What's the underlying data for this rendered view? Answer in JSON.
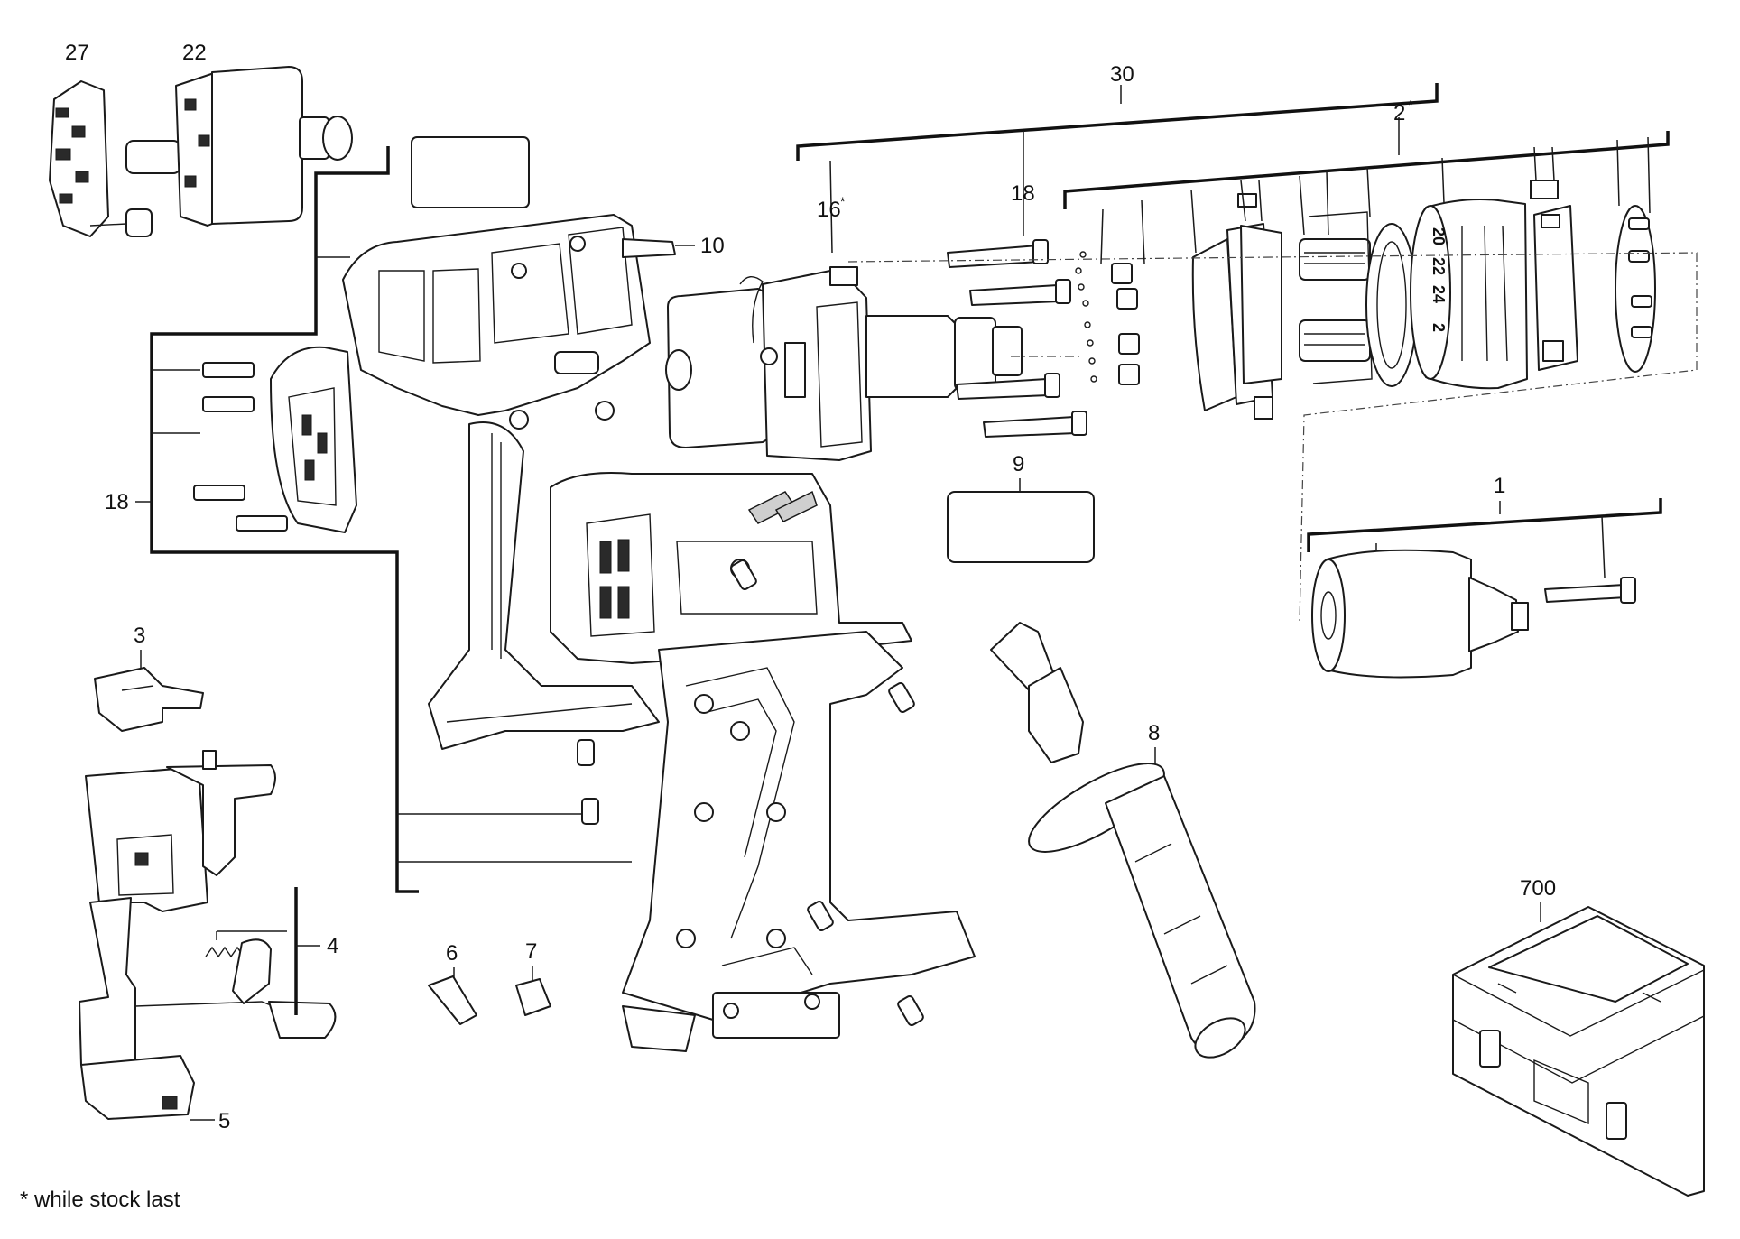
{
  "callouts": {
    "c27": "27",
    "c22": "22",
    "c30": "30",
    "c2": "2",
    "c2_mark": "*",
    "c18_top": "18",
    "c16": "16",
    "c16_mark": "*",
    "c10": "10",
    "c18_left": "18",
    "c9": "9",
    "c1": "1",
    "c3": "3",
    "c8": "8",
    "c4": "4",
    "c5": "5",
    "c6": "6",
    "c7": "7",
    "c700": "700"
  },
  "dial_numbers": [
    "20",
    "22",
    "24",
    "2"
  ],
  "footnote": "* while stock last"
}
